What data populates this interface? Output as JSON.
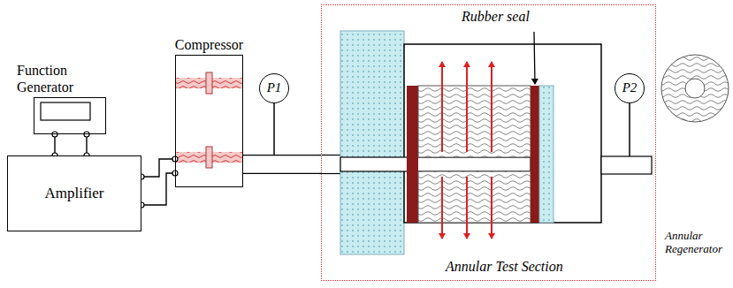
{
  "diagram": {
    "nodes": [
      {
        "text": [
          "Function Generator"
        ]
      },
      {
        "text": [
          "Amplifier"
        ]
      },
      {
        "text": [
          "Compressor"
        ]
      },
      {
        "text": [
          "P1"
        ]
      },
      {
        "text": [
          "Annular Test Section"
        ]
      },
      {
        "text": [
          "P2"
        ],
        "in": 4
      }
    ],
    "edges": [
      {
        "from": 0,
        "to": 1,
        "arrow": "none"
      },
      {
        "from": 0,
        "to": 1,
        "arrow": "none"
      },
      {
        "from": 1,
        "to": 2,
        "arrow": "none"
      },
      {
        "from": 1,
        "to": 2,
        "arrow": "none"
      },
      {
        "from": 2,
        "to": 4,
        "arrow": "none"
      }
    ],
    "labels": [
      "Rubber seal",
      "Annular Regenerator"
    ]
  }
}
